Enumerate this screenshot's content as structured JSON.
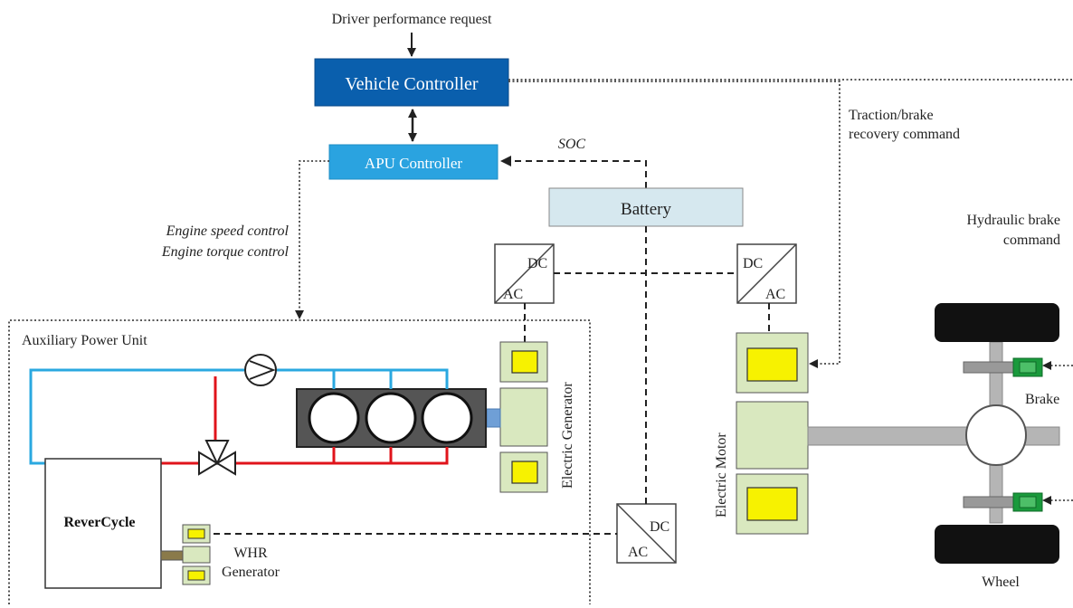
{
  "driver_request": "Driver performance request",
  "vehicle_controller": "Vehicle Controller",
  "apu_controller": "APU Controller",
  "soc": "SOC",
  "battery": "Battery",
  "traction_cmd_line1": "Traction/brake",
  "traction_cmd_line2": "recovery command",
  "hydraulic_line1": "Hydraulic brake",
  "hydraulic_line2": "command",
  "engine_speed": "Engine speed control",
  "engine_torque": "Engine torque control",
  "apu_title": "Auxiliary Power Unit",
  "dc": "DC",
  "ac": "AC",
  "electric_generator": "Electric Generator",
  "electric_motor": "Electric Motor",
  "revercycle": "ReverCycle",
  "whr_line1": "WHR",
  "whr_line2": "Generator",
  "brake": "Brake",
  "wheel": "Wheel",
  "colors": {
    "vehicle_controller": "#0a5fad",
    "apu_controller": "#2aa3e0",
    "battery": "#d6e8ef",
    "machine_body": "#d9e8bf",
    "magnet": "#f7f200",
    "coolant": "#2aa8e0",
    "exhaust": "#e0141b",
    "brake_caliper": "#1a9a3c"
  }
}
